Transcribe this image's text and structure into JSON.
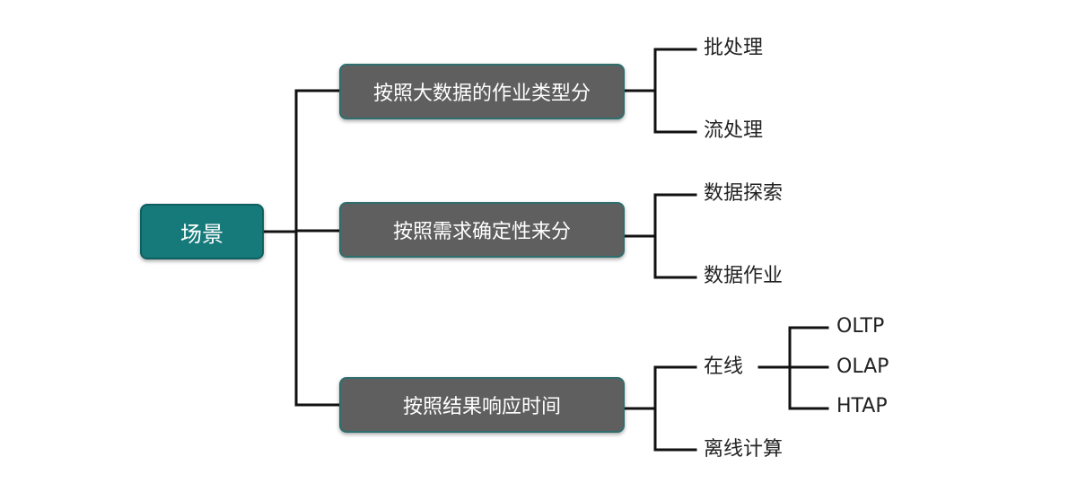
{
  "root": {
    "label": "场景"
  },
  "branches": [
    {
      "label": "按照大数据的作业类型分",
      "children": [
        {
          "label": "批处理"
        },
        {
          "label": "流处理"
        }
      ]
    },
    {
      "label": "按照需求确定性来分",
      "children": [
        {
          "label": "数据探索"
        },
        {
          "label": "数据作业"
        }
      ]
    },
    {
      "label": "按照结果响应时间",
      "children": [
        {
          "label": "在线",
          "children": [
            {
              "label": "OLTP"
            },
            {
              "label": "OLAP"
            },
            {
              "label": "HTAP"
            }
          ]
        },
        {
          "label": "离线计算"
        }
      ]
    }
  ],
  "colors": {
    "root_fill": "#177a7a",
    "branch_fill": "#5f5f5f",
    "line": "#111111"
  }
}
